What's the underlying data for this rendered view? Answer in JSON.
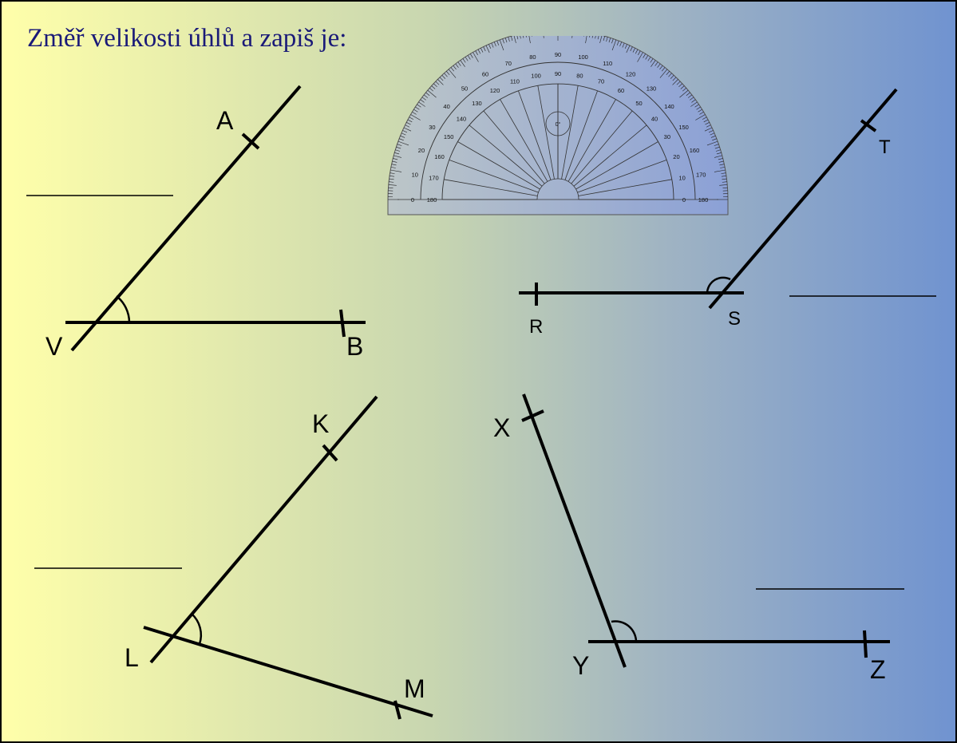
{
  "title": "Změř velikosti úhlů a zapiš je:",
  "protractor": {
    "center_label": "0°",
    "outer_scale": [
      "0",
      "10",
      "20",
      "30",
      "40",
      "50",
      "60",
      "70",
      "80",
      "90",
      "100",
      "110",
      "120",
      "130",
      "140",
      "150",
      "160",
      "170",
      "180"
    ],
    "inner_scale": [
      "180",
      "170",
      "160",
      "150",
      "140",
      "130",
      "120",
      "110",
      "100",
      "90",
      "80",
      "70",
      "60",
      "50",
      "40",
      "30",
      "20",
      "10",
      "0"
    ]
  },
  "angles": [
    {
      "id": "AVB",
      "vertex": "V",
      "arm_points": [
        "A",
        "B"
      ]
    },
    {
      "id": "RST",
      "vertex": "S",
      "arm_points": [
        "R",
        "T"
      ]
    },
    {
      "id": "KLM",
      "vertex": "L",
      "arm_points": [
        "K",
        "M"
      ]
    },
    {
      "id": "XYZ",
      "vertex": "Y",
      "arm_points": [
        "X",
        "Z"
      ]
    }
  ],
  "labels": {
    "A": "A",
    "V": "V",
    "B": "B",
    "R": "R",
    "S": "S",
    "T": "T",
    "K": "K",
    "L": "L",
    "M": "M",
    "X": "X",
    "Y": "Y",
    "Z": "Z"
  },
  "answers": [
    "",
    "",
    "",
    ""
  ]
}
